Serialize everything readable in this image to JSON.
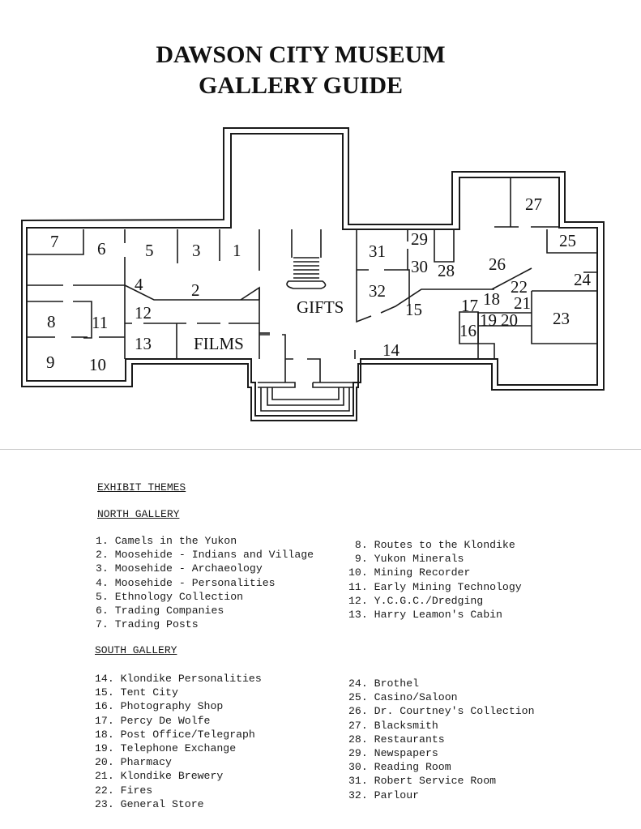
{
  "title": {
    "line1": "DAWSON CITY MUSEUM",
    "line2": "GALLERY GUIDE"
  },
  "map": {
    "room_labels": [
      {
        "id": "1",
        "text": "1"
      },
      {
        "id": "2",
        "text": "2"
      },
      {
        "id": "3",
        "text": "3"
      },
      {
        "id": "4",
        "text": "4"
      },
      {
        "id": "5",
        "text": "5"
      },
      {
        "id": "6",
        "text": "6"
      },
      {
        "id": "7",
        "text": "7"
      },
      {
        "id": "8",
        "text": "8"
      },
      {
        "id": "9",
        "text": "9"
      },
      {
        "id": "10",
        "text": "10"
      },
      {
        "id": "11",
        "text": "11"
      },
      {
        "id": "12",
        "text": "12"
      },
      {
        "id": "13",
        "text": "13"
      },
      {
        "id": "14",
        "text": "14"
      },
      {
        "id": "15",
        "text": "15"
      },
      {
        "id": "16",
        "text": "16"
      },
      {
        "id": "17",
        "text": "17"
      },
      {
        "id": "18",
        "text": "18"
      },
      {
        "id": "19",
        "text": "19"
      },
      {
        "id": "20",
        "text": "20"
      },
      {
        "id": "21",
        "text": "21"
      },
      {
        "id": "22",
        "text": "22"
      },
      {
        "id": "23",
        "text": "23"
      },
      {
        "id": "24",
        "text": "24"
      },
      {
        "id": "25",
        "text": "25"
      },
      {
        "id": "26",
        "text": "26"
      },
      {
        "id": "27",
        "text": "27"
      },
      {
        "id": "28",
        "text": "28"
      },
      {
        "id": "29",
        "text": "29"
      },
      {
        "id": "30",
        "text": "30"
      },
      {
        "id": "31",
        "text": "31"
      },
      {
        "id": "32",
        "text": "32"
      }
    ],
    "area_labels": {
      "gifts": "GIFTS",
      "films": "FILMS"
    }
  },
  "legend": {
    "heading": "EXHIBIT THEMES",
    "north": {
      "heading": "NORTH GALLERY",
      "items_left": [
        "1. Camels in the Yukon",
        "2. Moosehide - Indians and Village",
        "3. Moosehide - Archaeology",
        "4. Moosehide - Personalities",
        "5. Ethnology Collection",
        "6. Trading Companies",
        "7. Trading Posts"
      ],
      "items_right": [
        " 8. Routes to the Klondike",
        " 9. Yukon Minerals",
        "10. Mining Recorder",
        "11. Early Mining Technology",
        "12. Y.C.G.C./Dredging",
        "13. Harry Leamon's Cabin"
      ]
    },
    "south": {
      "heading": "SOUTH GALLERY",
      "items_left": [
        "14. Klondike Personalities",
        "15. Tent City",
        "16. Photography Shop",
        "17. Percy De Wolfe",
        "18. Post Office/Telegraph",
        "19. Telephone Exchange",
        "20. Pharmacy",
        "21. Klondike Brewery",
        "22. Fires",
        "23. General Store"
      ],
      "items_right": [
        "24. Brothel",
        "25. Casino/Saloon",
        "26. Dr. Courtney's Collection",
        "27. Blacksmith",
        "28. Restaurants",
        "29. Newspapers",
        "30. Reading Room",
        "31. Robert Service Room",
        "32. Parlour"
      ]
    }
  }
}
